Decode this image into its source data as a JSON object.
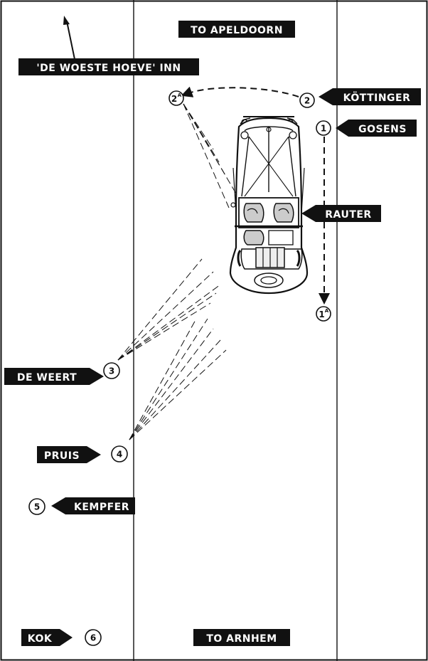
{
  "road_labels": {
    "top": "TO APELDOORN",
    "bottom": "TO ARNHEM",
    "inn": "'DE WOESTE HOEVE' INN"
  },
  "people": {
    "kottinger": "KÖTTINGER",
    "gosens": "GOSENS",
    "rauter": "RAUTER",
    "de_weert": "DE WEERT",
    "pruis": "PRUIS",
    "kempfer": "KEMPFER",
    "kok": "KOK"
  },
  "markers": {
    "m1": "1",
    "m1a_num": "1",
    "m1a_sup": "A",
    "m2": "2",
    "m2a_num": "2",
    "m2a_sup": "A",
    "m3": "3",
    "m4": "4",
    "m5": "5",
    "m6": "6"
  },
  "colors": {
    "ink": "#111111",
    "paper": "#ffffff"
  }
}
